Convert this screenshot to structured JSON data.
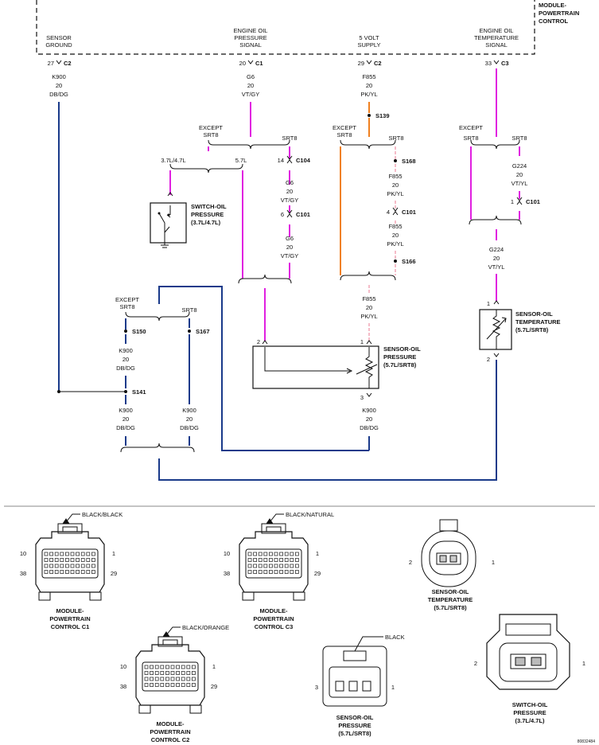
{
  "colors": {
    "violet": "#e020e0",
    "orange": "#f08020",
    "navy": "#1a3a8a",
    "pinkdash": "#f2a6b6",
    "line": "#111111"
  },
  "pcm": {
    "title": "MODULE-\nPOWERTRAIN\nCONTROL",
    "pins": [
      {
        "label": "SENSOR\nGROUND",
        "pin": "27",
        "conn": "C2",
        "circuit": "K900",
        "gauge": "20",
        "color": "DB/DG"
      },
      {
        "label": "ENGINE OIL\nPRESSURE\nSIGNAL",
        "pin": "20",
        "conn": "C1",
        "circuit": "G6",
        "gauge": "20",
        "color": "VT/GY"
      },
      {
        "label": "5 VOLT\nSUPPLY",
        "pin": "29",
        "conn": "C2",
        "circuit": "F855",
        "gauge": "20",
        "color": "PK/YL"
      },
      {
        "label": "ENGINE OIL\nTEMPERATURE\nSIGNAL",
        "pin": "33",
        "conn": "C3",
        "circuit": "",
        "gauge": "",
        "color": ""
      }
    ]
  },
  "variants": {
    "except_srt8": "EXCEPT\nSRT8",
    "srt8": "SRT8",
    "except": "EXCEPT",
    "v37": "3.7L/4.7L",
    "v57": "5.7L"
  },
  "connectors": {
    "c104": {
      "pin": "14",
      "name": "C104"
    },
    "c101a": {
      "pin": "6",
      "name": "C101"
    },
    "c101b": {
      "pin": "4",
      "name": "C101"
    },
    "c101c": {
      "pin": "1",
      "name": "C101"
    }
  },
  "wires": {
    "g6": {
      "circuit": "G6",
      "gauge": "20",
      "color": "VT/GY"
    },
    "f855": {
      "circuit": "F855",
      "gauge": "20",
      "color": "PK/YL"
    },
    "g224": {
      "circuit": "G224",
      "gauge": "20",
      "color": "VT/YL"
    },
    "k900": {
      "circuit": "K900",
      "gauge": "20",
      "color": "DB/DG"
    }
  },
  "splices": [
    "S139",
    "S168",
    "S166",
    "S150",
    "S167",
    "S141"
  ],
  "components": {
    "switch": "SWITCH-OIL\nPRESSURE\n(3.7L/4.7L)",
    "press_sensor": "SENSOR-OIL\nPRESSURE\n(5.7L/SRT8)",
    "temp_sensor": "SENSOR-OIL\nTEMPERATURE\n(5.7L/SRT8)"
  },
  "pins": {
    "p1": "1",
    "p2": "2",
    "p3": "3"
  },
  "connector_views": [
    {
      "title": "MODULE-\nPOWERTRAIN\nCONTROL C1",
      "tag": "BLACK/BLACK",
      "p_tl": "10",
      "p_tr": "1",
      "p_bl": "38",
      "p_br": "29"
    },
    {
      "title": "MODULE-\nPOWERTRAIN\nCONTROL C3",
      "tag": "BLACK/NATURAL",
      "p_tl": "10",
      "p_tr": "1",
      "p_bl": "38",
      "p_br": "29"
    },
    {
      "title": "MODULE-\nPOWERTRAIN\nCONTROL C2",
      "tag": "BLACK/ORANGE",
      "p_tl": "10",
      "p_tr": "1",
      "p_bl": "38",
      "p_br": "29"
    },
    {
      "title": "SENSOR-OIL\nTEMPERATURE\n(5.7L/SRT8)",
      "p_l": "2",
      "p_r": "1"
    },
    {
      "title": "SENSOR-OIL\nPRESSURE\n(5.7L/SRT8)",
      "tag": "BLACK",
      "p_l": "3",
      "p_r": "1"
    },
    {
      "title": "SWITCH-OIL\nPRESSURE\n(3.7L/4.7L)",
      "p_l": "2",
      "p_r": "1"
    }
  ],
  "figure_id": "80832484"
}
